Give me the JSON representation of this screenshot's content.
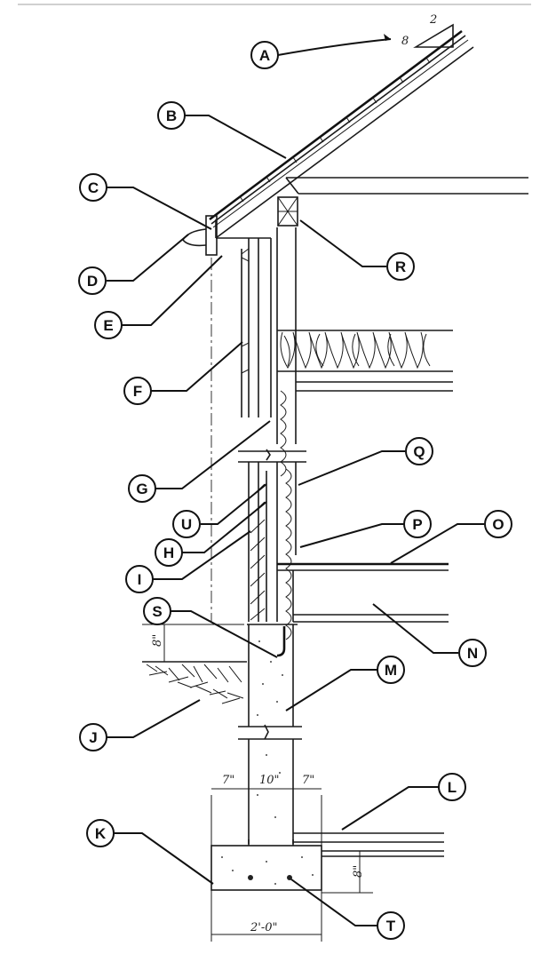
{
  "callouts": {
    "A": "A",
    "B": "B",
    "C": "C",
    "D": "D",
    "E": "E",
    "F": "F",
    "G": "G",
    "U": "U",
    "H": "H",
    "I": "I",
    "S": "S",
    "J": "J",
    "K": "K",
    "R": "R",
    "Q": "Q",
    "P": "P",
    "O": "O",
    "N": "N",
    "M": "M",
    "L": "L",
    "T": "T"
  },
  "slope": {
    "rise": "8",
    "run": "2"
  },
  "dimensions": {
    "footing_left": "7\"",
    "wall_width": "10\"",
    "footing_right": "7\"",
    "footing_width": "2'-0\"",
    "footing_depth": "8\"",
    "grade_height": "8\""
  }
}
